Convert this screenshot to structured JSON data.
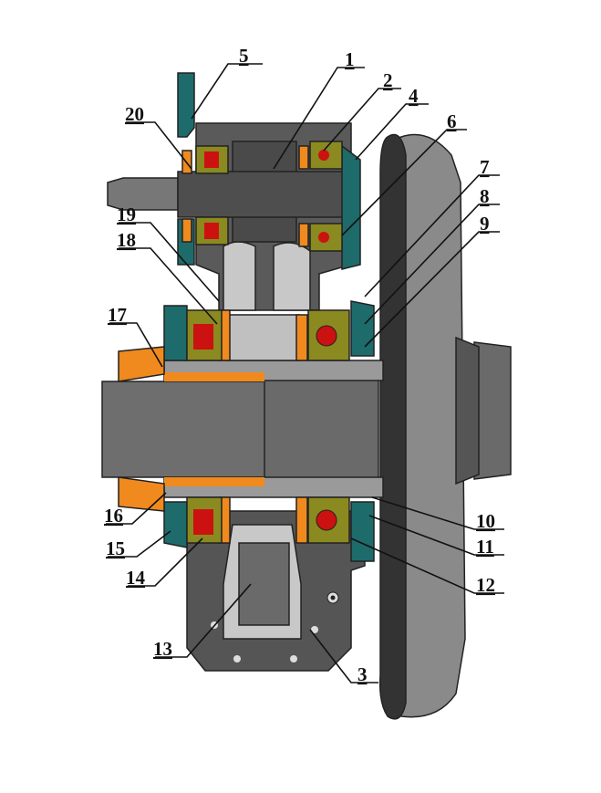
{
  "diagram": {
    "labels": {
      "l1": "1",
      "l2": "2",
      "l3": "3",
      "l4": "4",
      "l5": "5",
      "l6": "6",
      "l7": "7",
      "l8": "8",
      "l9": "9",
      "l10": "10",
      "l11": "11",
      "l12": "12",
      "l13": "13",
      "l14": "14",
      "l15": "15",
      "l16": "16",
      "l17": "17",
      "l18": "18",
      "l19": "19",
      "l20": "20"
    },
    "colors": {
      "housing": "#5a5a5a",
      "shaft": "#6e6e6e",
      "wheel": "#3a3a3a",
      "bearing_race": "#8a8a20",
      "seal": "#f08a1e",
      "ball": "#cc1111",
      "cover": "#1e6b6b",
      "light": "#c8c8c8"
    }
  }
}
